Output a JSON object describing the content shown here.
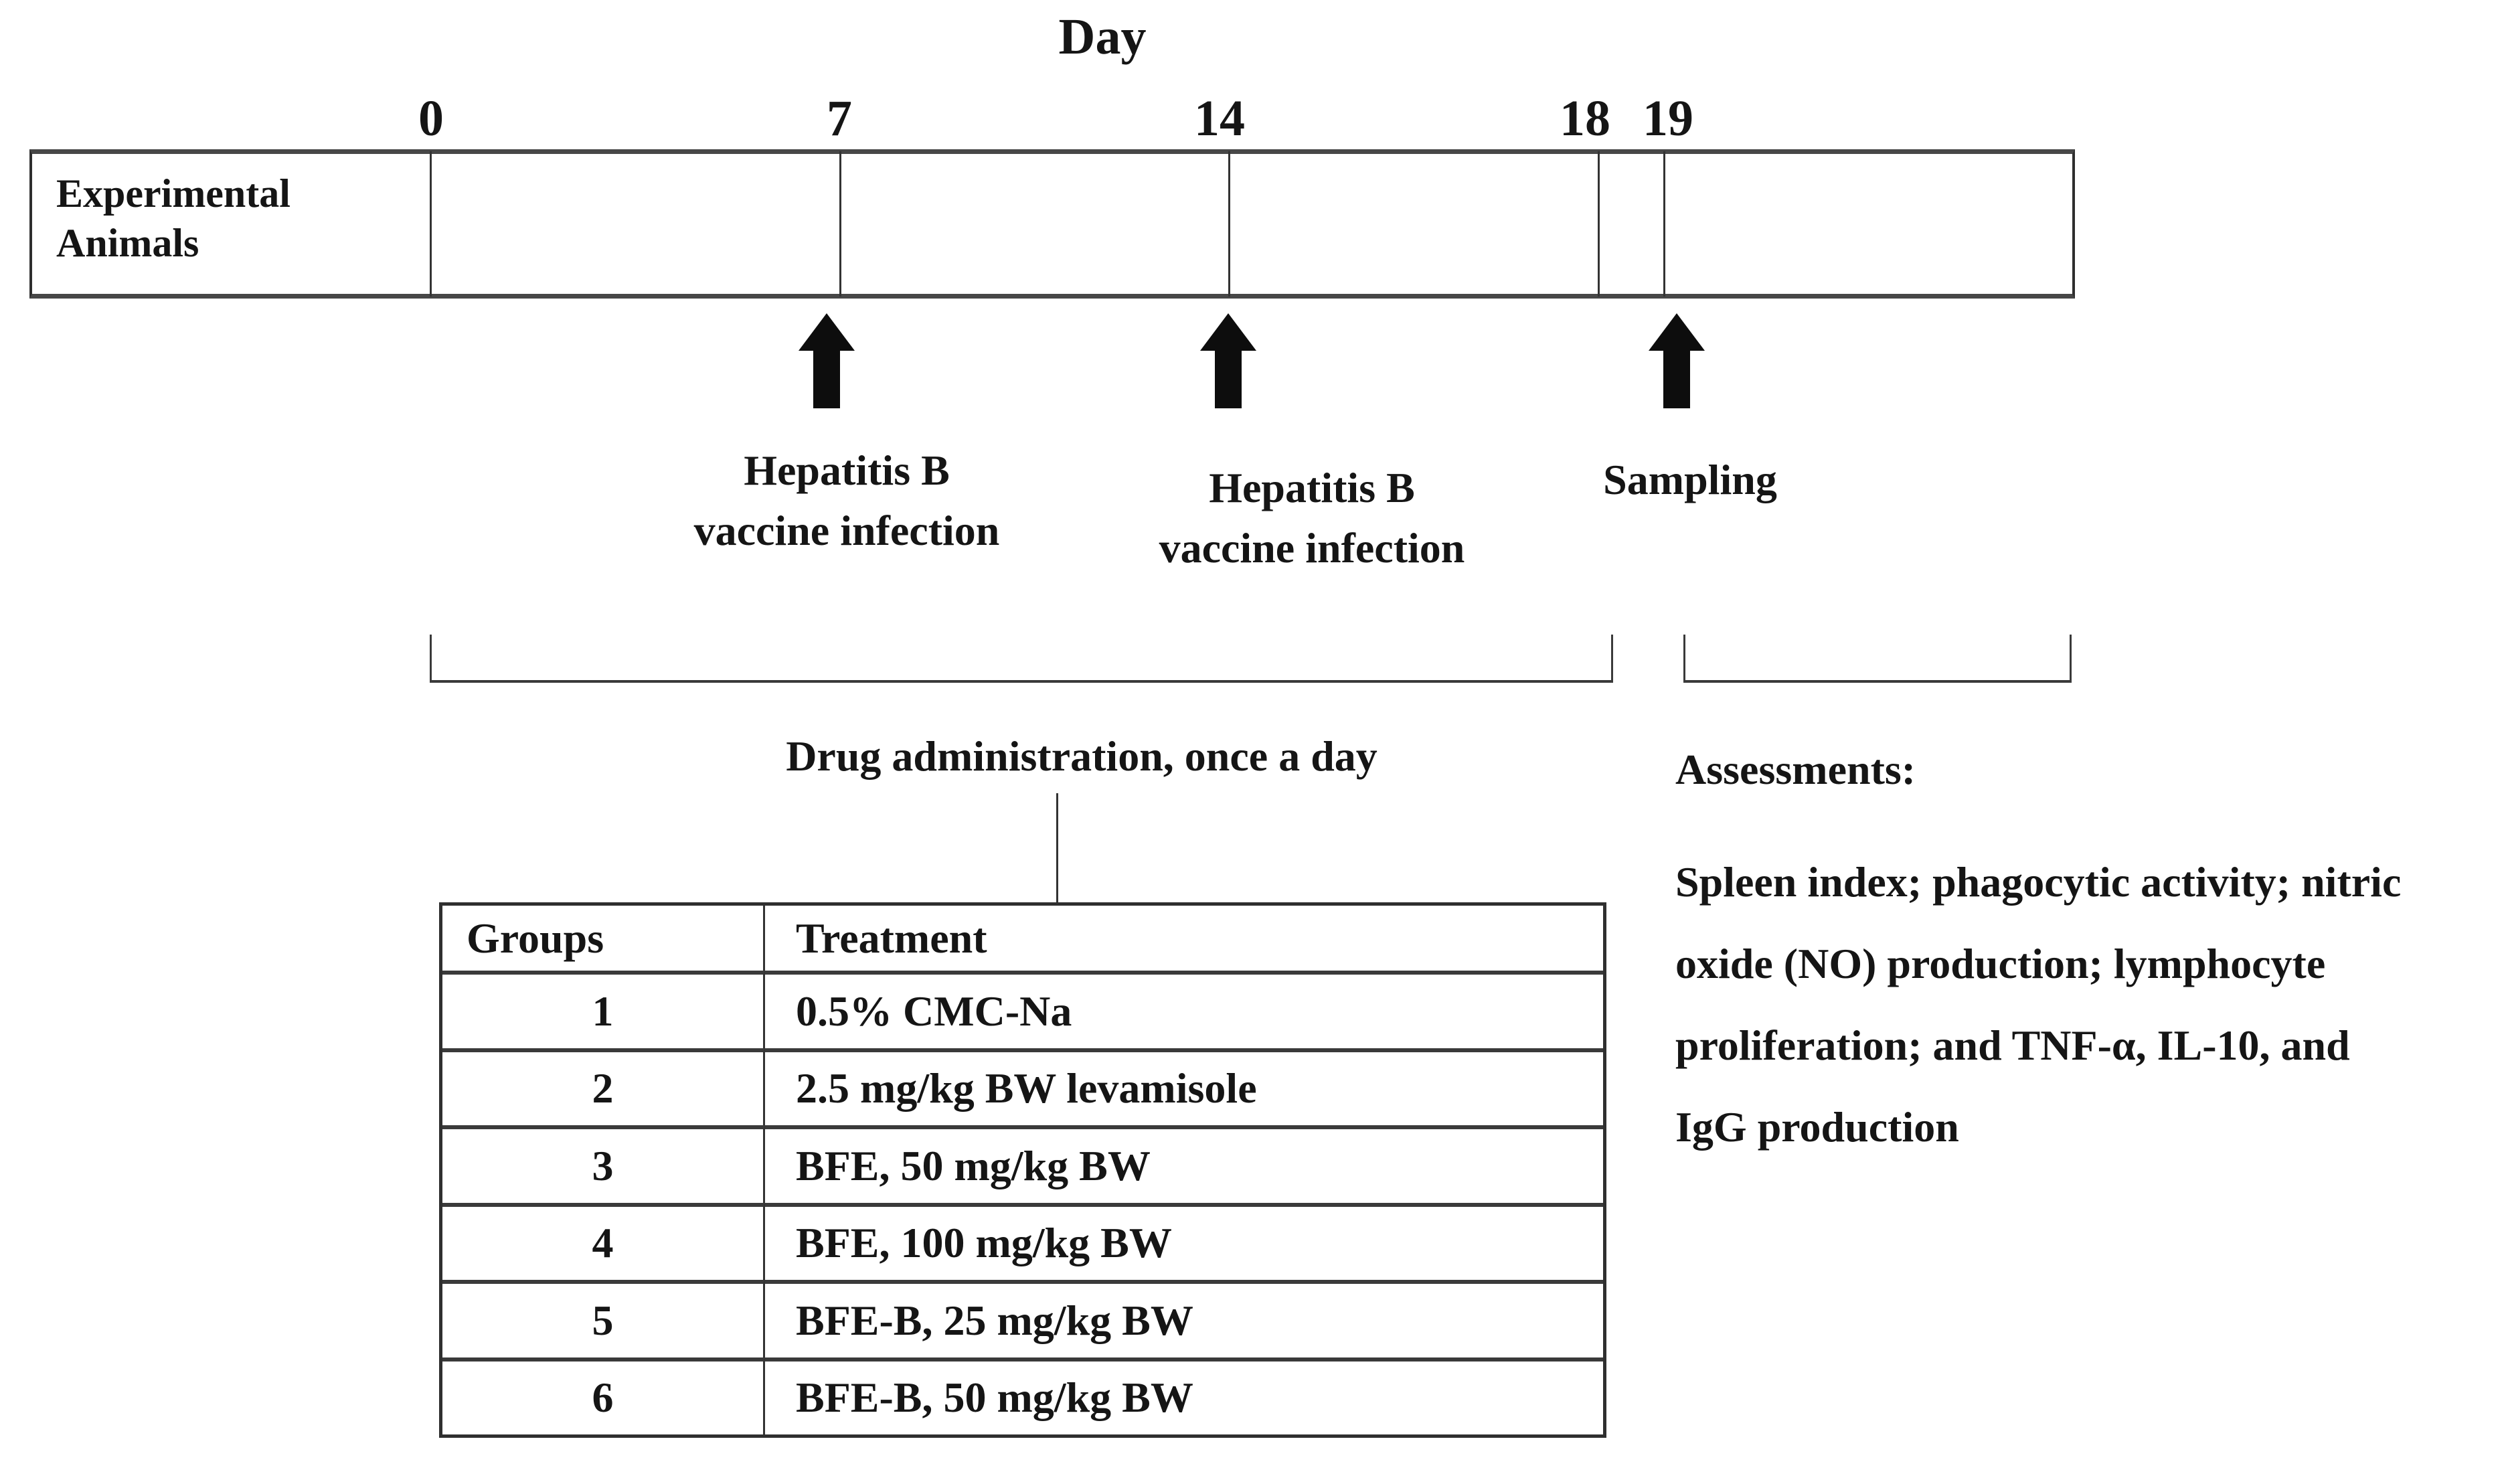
{
  "title": "Day",
  "timeline": {
    "ticks": [
      "0",
      "7",
      "14",
      "18",
      "19"
    ],
    "box_label": {
      "line1": "Experimental",
      "line2": "Animals"
    }
  },
  "events": [
    {
      "line1": "Hepatitis B",
      "line2": "vaccine infection"
    },
    {
      "line1": "Hepatitis B",
      "line2": "vaccine infection"
    },
    {
      "label": "Sampling"
    }
  ],
  "drug_administration": {
    "label": "Drug administration, once a day"
  },
  "assessments": {
    "heading": "Assessments:",
    "lines": [
      "Spleen index; phagocytic activity; nitric",
      "oxide (NO) production; lymphocyte",
      "proliferation; and TNF-α, IL-10, and",
      "IgG production"
    ]
  },
  "table": {
    "headers": [
      "Groups",
      "Treatment"
    ],
    "rows": [
      [
        "1",
        "0.5% CMC-Na"
      ],
      [
        "2",
        "2.5 mg/kg BW levamisole"
      ],
      [
        "3",
        "BFE, 50 mg/kg BW"
      ],
      [
        "4",
        "BFE, 100 mg/kg BW"
      ],
      [
        "5",
        "BFE-B, 25 mg/kg BW"
      ],
      [
        "6",
        "BFE-B, 50 mg/kg BW"
      ]
    ]
  }
}
